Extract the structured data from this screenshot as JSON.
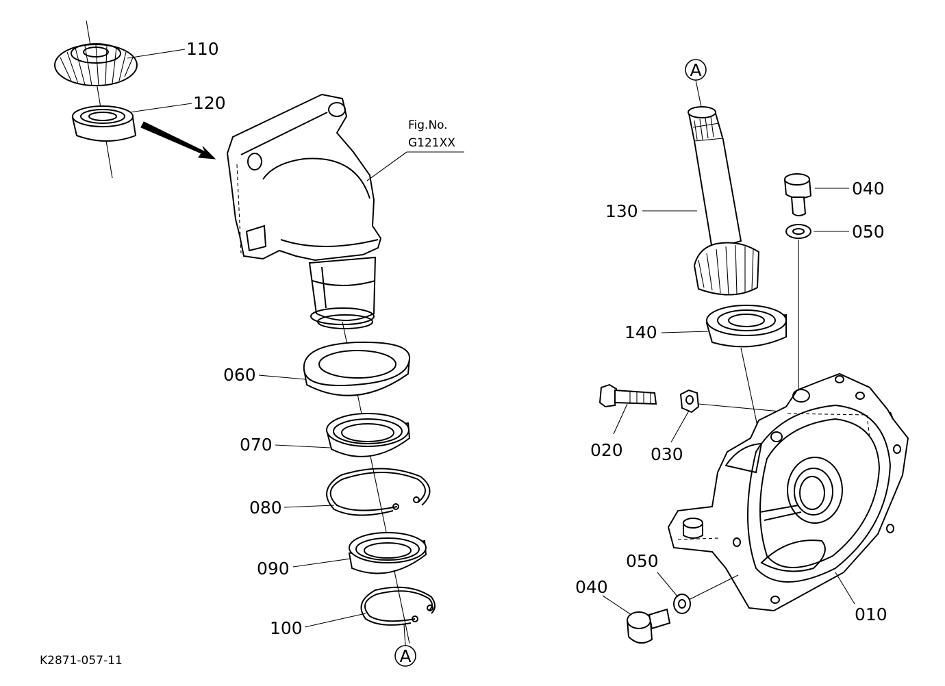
{
  "figure": {
    "ref_line1": "Fig.No.",
    "ref_line2": "G121XX",
    "drawing_code": "K2871-057-11"
  },
  "callouts": {
    "p110": "110",
    "p120": "120",
    "p060": "060",
    "p070": "070",
    "p080": "080",
    "p090": "090",
    "p100": "100",
    "p130": "130",
    "p140": "140",
    "p040a": "040",
    "p050a": "050",
    "p020": "020",
    "p030": "030",
    "p050b": "050",
    "p040b": "040",
    "p010": "010"
  },
  "markers": {
    "top_right": "A",
    "bottom_left": "A"
  }
}
